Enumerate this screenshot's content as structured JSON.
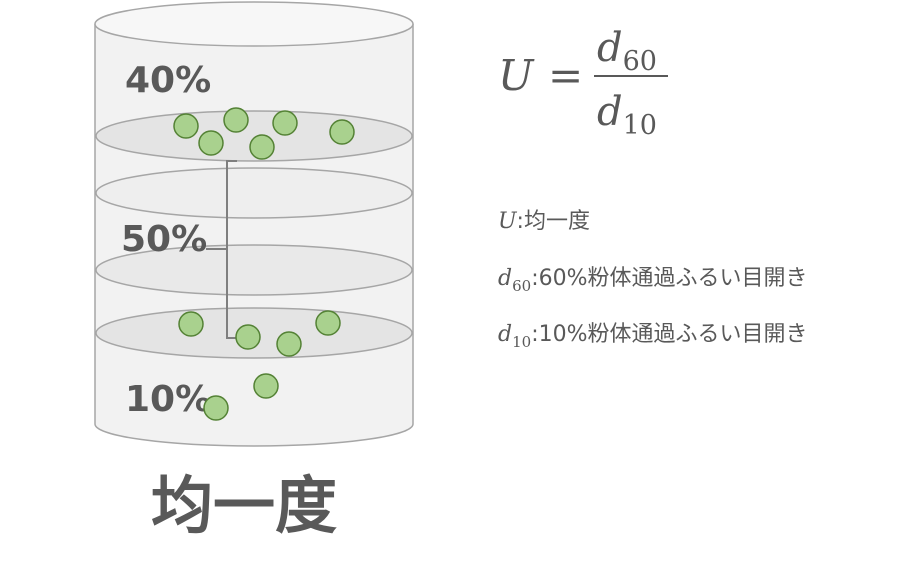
{
  "diagram": {
    "title": "均一度",
    "levels": [
      {
        "label": "40%"
      },
      {
        "label": "50%"
      },
      {
        "label": "10%"
      }
    ],
    "equation": {
      "lhs": "U",
      "operator": "=",
      "numerator_var": "d",
      "numerator_sub": "60",
      "denominator_var": "d",
      "denominator_sub": "10"
    },
    "legend": [
      {
        "var": "U",
        "sub": "",
        "text": ":均一度"
      },
      {
        "var": "d",
        "sub": "60",
        "text": ":60%粉体通過ふるい目開き"
      },
      {
        "var": "d",
        "sub": "10",
        "text": ":10%粉体通過ふるい目開き"
      }
    ],
    "colors": {
      "particle_fill": "#a9d18e",
      "particle_stroke": "#548235",
      "container_fill": "#f2f2f2",
      "container_stroke": "#a6a6a6",
      "text": "#595959"
    }
  }
}
